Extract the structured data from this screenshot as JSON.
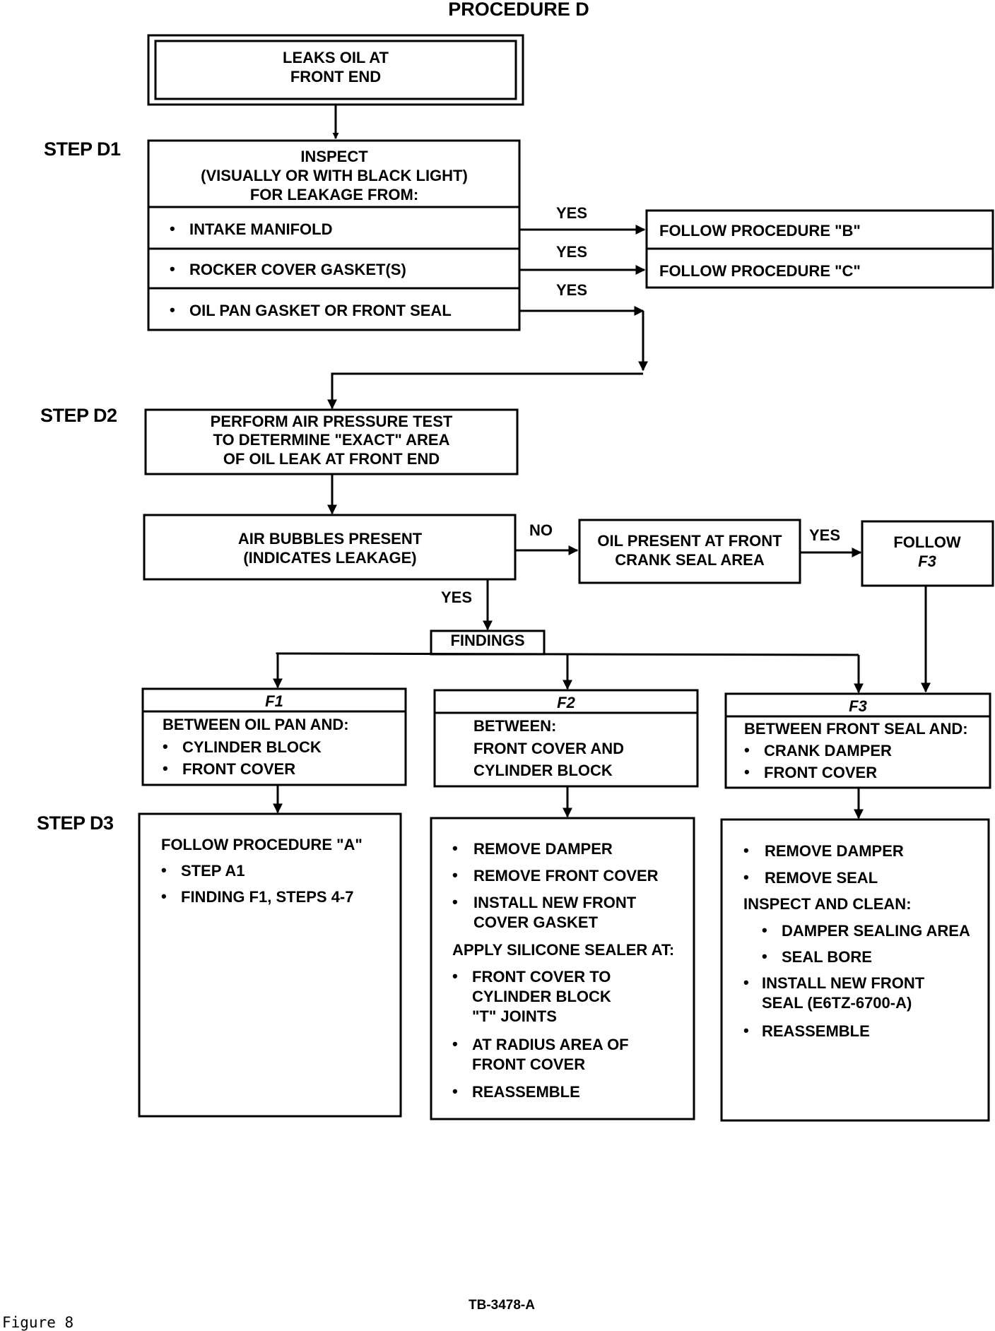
{
  "title": "PROCEDURE D",
  "start_box": {
    "lines": [
      "LEAKS OIL AT",
      "FRONT END"
    ]
  },
  "steps": {
    "d1": "STEP D1",
    "d2": "STEP D2",
    "d3": "STEP D3"
  },
  "inspect_box": {
    "lines": [
      "INSPECT",
      "(VISUALLY OR WITH BLACK LIGHT)",
      "FOR LEAKAGE FROM:"
    ],
    "items": [
      "INTAKE MANIFOLD",
      "ROCKER COVER GASKET(S)",
      "OIL PAN GASKET OR FRONT SEAL"
    ]
  },
  "follow_b": "FOLLOW PROCEDURE \"B\"",
  "follow_c": "FOLLOW PROCEDURE \"C\"",
  "labels": {
    "yes": "YES",
    "no": "NO"
  },
  "air_test_box": {
    "lines": [
      "PERFORM AIR PRESSURE TEST",
      "TO DETERMINE \"EXACT\" AREA",
      "OF OIL LEAK AT FRONT END"
    ]
  },
  "bubbles_box": {
    "lines": [
      "AIR BUBBLES PRESENT",
      "(INDICATES LEAKAGE)"
    ]
  },
  "oil_present_box": {
    "lines": [
      "OIL PRESENT AT FRONT",
      "CRANK SEAL AREA"
    ]
  },
  "follow_f3_box": {
    "lines": [
      "FOLLOW",
      "F3"
    ]
  },
  "findings": "FINDINGS",
  "f1": {
    "title": "F1",
    "lines": [
      "BETWEEN OIL PAN AND:"
    ],
    "bullets": [
      "CYLINDER BLOCK",
      "FRONT COVER"
    ]
  },
  "f2": {
    "title": "F2",
    "lines": [
      "BETWEEN:",
      "FRONT COVER AND",
      "CYLINDER BLOCK"
    ]
  },
  "f3": {
    "title": "F3",
    "lines": [
      "BETWEEN FRONT SEAL AND:"
    ],
    "bullets": [
      "CRANK DAMPER",
      "FRONT COVER"
    ]
  },
  "d3_f1": {
    "line": "FOLLOW PROCEDURE \"A\"",
    "bullets": [
      "STEP A1",
      "FINDING F1, STEPS 4-7"
    ]
  },
  "d3_f2": {
    "bullets_a": [
      "REMOVE DAMPER",
      "REMOVE FRONT COVER"
    ],
    "bullet_b": [
      "INSTALL NEW FRONT",
      "COVER GASKET"
    ],
    "subhead": "APPLY SILICONE SEALER AT:",
    "bullet_c": [
      "FRONT COVER TO",
      "CYLINDER BLOCK",
      "\"T\" JOINTS"
    ],
    "bullet_d": [
      "AT RADIUS AREA OF",
      "FRONT COVER"
    ],
    "bullet_e": "REASSEMBLE"
  },
  "d3_f3": {
    "bullets_a": [
      "REMOVE DAMPER",
      "REMOVE SEAL"
    ],
    "subhead": "INSPECT AND CLEAN:",
    "sub_bullets": [
      "DAMPER SEALING AREA",
      "SEAL BORE"
    ],
    "bullet_b": [
      "INSTALL NEW FRONT",
      "SEAL (E6TZ-6700-A)"
    ],
    "bullet_c": "REASSEMBLE"
  },
  "footer_code": "TB-3478-A",
  "figure_label": "Figure 8"
}
